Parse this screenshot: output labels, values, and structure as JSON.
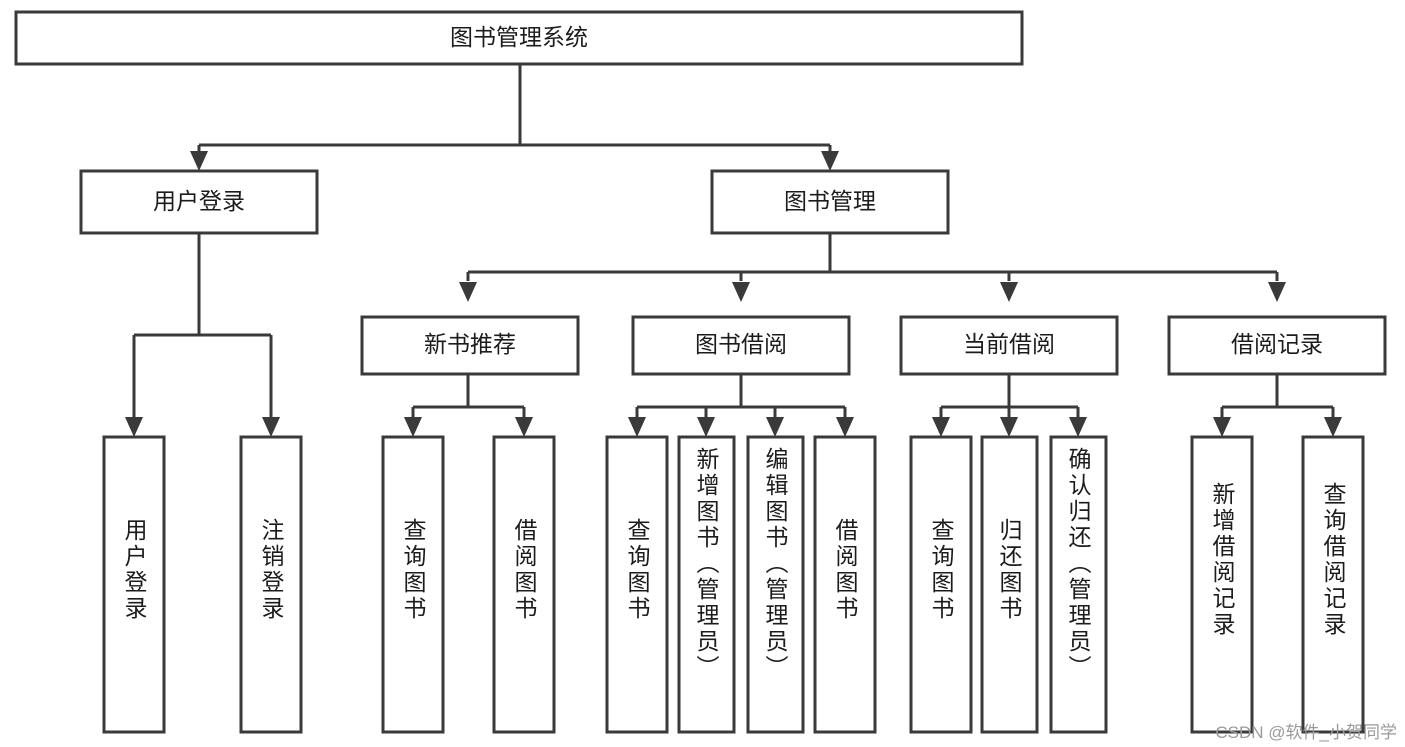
{
  "diagram": {
    "title": "图书管理系统",
    "type": "hierarchy-tree",
    "background_color": "#ffffff",
    "stroke_color": "#3a3a3a",
    "text_color": "#1c1c1c",
    "root": {
      "label": "图书管理系统",
      "level": 0
    },
    "level1": [
      {
        "label": "用户登录",
        "level": 1
      },
      {
        "label": "图书管理",
        "level": 1
      }
    ],
    "level2": [
      {
        "label": "新书推荐",
        "level": 2,
        "parent": "图书管理"
      },
      {
        "label": "图书借阅",
        "level": 2,
        "parent": "图书管理"
      },
      {
        "label": "当前借阅",
        "level": 2,
        "parent": "图书管理"
      },
      {
        "label": "借阅记录",
        "level": 2,
        "parent": "图书管理"
      }
    ],
    "leaves": {
      "user_login": [
        {
          "label": "用户登录",
          "parent": "用户登录"
        },
        {
          "label": "注销登录",
          "parent": "用户登录"
        }
      ],
      "new_book_recommend": [
        {
          "label": "查询图书",
          "parent": "新书推荐"
        },
        {
          "label": "借阅图书",
          "parent": "新书推荐"
        }
      ],
      "book_borrow": [
        {
          "label": "查询图书",
          "parent": "图书借阅"
        },
        {
          "label": "新增图书（管理员）",
          "parent": "图书借阅"
        },
        {
          "label": "编辑图书（管理员）",
          "parent": "图书借阅"
        },
        {
          "label": "借阅图书",
          "parent": "图书借阅"
        }
      ],
      "current_borrow": [
        {
          "label": "查询图书",
          "parent": "当前借阅"
        },
        {
          "label": "归还图书",
          "parent": "当前借阅"
        },
        {
          "label": "确认归还（管理员）",
          "parent": "当前借阅"
        }
      ],
      "borrow_record": [
        {
          "label": "新增借阅记录",
          "parent": "借阅记录"
        },
        {
          "label": "查询借阅记录",
          "parent": "借阅记录"
        }
      ]
    }
  },
  "watermark": {
    "text": "CSDN @软件_小贺同学"
  }
}
